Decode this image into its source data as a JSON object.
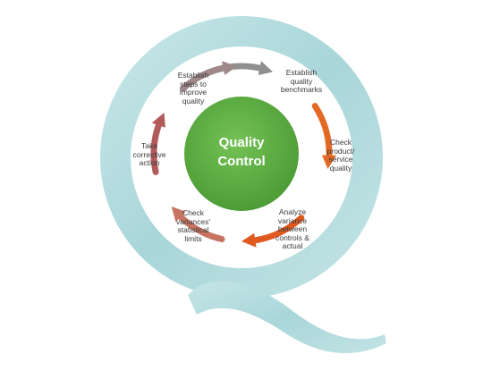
{
  "center": {
    "line1": "Quality",
    "line2": "Control",
    "fill": "#5aa840"
  },
  "steps": [
    {
      "lines": [
        "Establish",
        "quality",
        "benchmarks"
      ],
      "arrow_color": "#8f8f8f"
    },
    {
      "lines": [
        "Check",
        "product/",
        "service",
        "quality"
      ],
      "arrow_color": "#e36a24"
    },
    {
      "lines": [
        "Analyze",
        "variance",
        "between",
        "controls &",
        "actual"
      ],
      "arrow_color": "#e05a20"
    },
    {
      "lines": [
        "Check",
        "variances'",
        "statistical",
        "limits"
      ],
      "arrow_color": "#c87462"
    },
    {
      "lines": [
        "Take",
        "corrective",
        "action"
      ],
      "arrow_color": "#b25a5a"
    },
    {
      "lines": [
        "Establish",
        "steps to",
        "improve",
        "quality"
      ],
      "arrow_color": "#a08888"
    }
  ],
  "colors": {
    "q_letter": "#b4dcde",
    "q_letter_dark": "#9ecdd1"
  }
}
